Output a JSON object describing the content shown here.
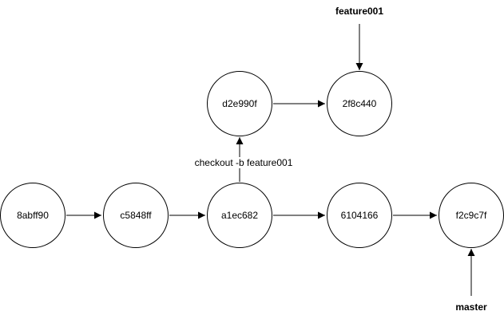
{
  "canvas": {
    "background_color": "#ffffff",
    "stroke_color": "#000000",
    "text_color": "#000000"
  },
  "diagram": {
    "master_branch": {
      "label": "master",
      "commits": [
        "8abff90",
        "c5848ff",
        "a1ec682",
        "6104166",
        "f2c9c7f"
      ]
    },
    "feature_branch": {
      "label": "feature001",
      "commits": [
        "d2e990f",
        "2f8c440"
      ]
    },
    "edge_label": "checkout -b feature001"
  }
}
